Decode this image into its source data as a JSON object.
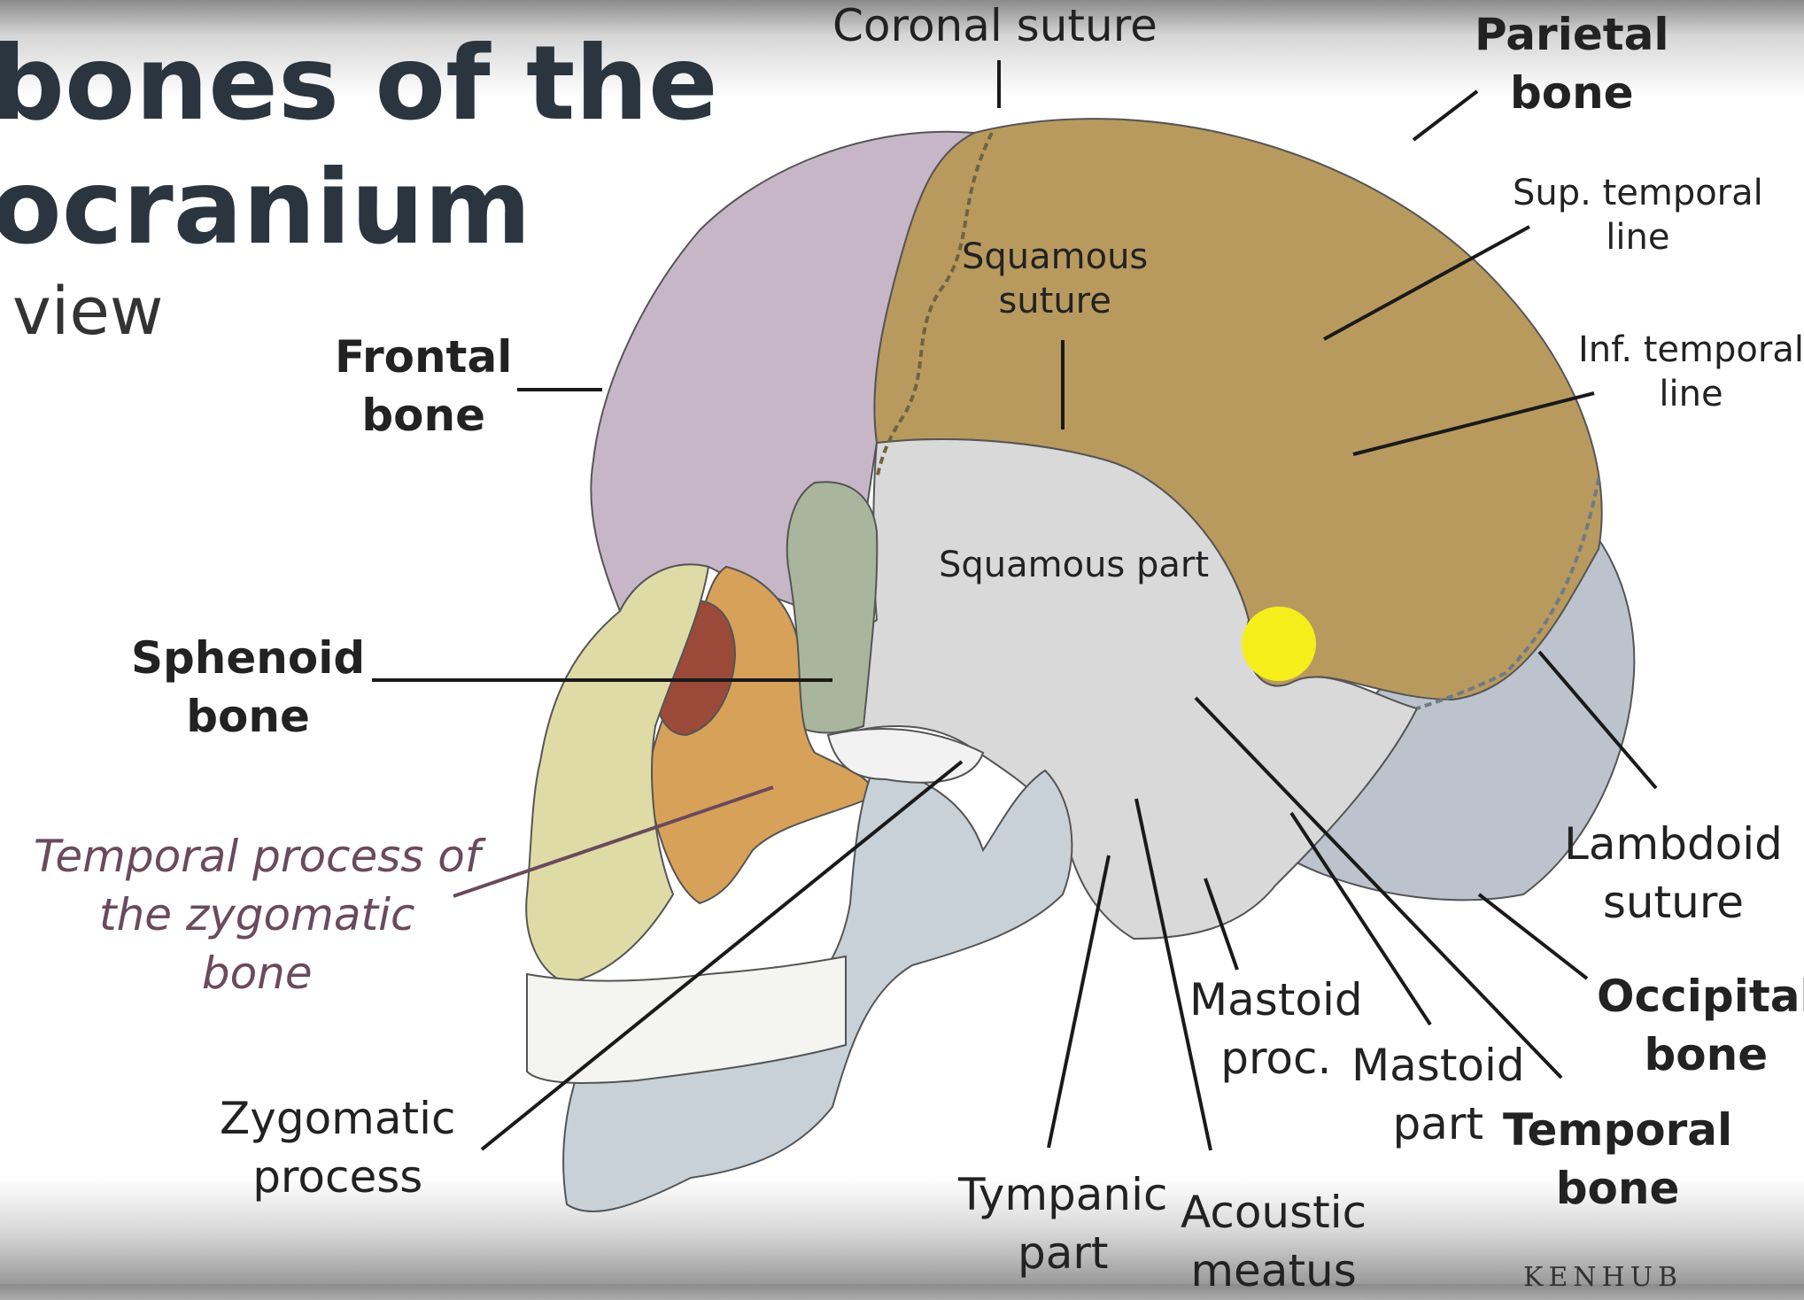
{
  "title_line1": "bones of the",
  "title_line2": "ocranium",
  "subtitle": "view",
  "watermark": "KENHUB",
  "labels": {
    "coronal_suture": "Coronal suture",
    "parietal_bone": "Parietal\nbone",
    "sup_temporal_line": "Sup. temporal\nline",
    "inf_temporal_line": "Inf. temporal\nline",
    "squamous_suture": "Squamous\nsuture",
    "squamous_part": "Squamous part",
    "frontal_bone": "Frontal\nbone",
    "sphenoid_bone": "Sphenoid\nbone",
    "temporal_process": "Temporal process of\nthe zygomatic\nbone",
    "zygomatic_process": "Zygomatic\nprocess",
    "tympanic_part": "Tympanic\npart",
    "acoustic_meatus": "Acoustic\nmeatus",
    "mastoid_proc": "Mastoid\nproc.",
    "mastoid_part": "Mastoid\npart",
    "temporal_bone": "Temporal\nbone",
    "occipital_bone": "Occipital\nbone",
    "lambdoid_suture": "Lambdoid\nsuture"
  },
  "colors": {
    "frontal": "#c7b6c8",
    "parietal": "#b99a5e",
    "temporal": "#d9d9d9",
    "occipital": "#bcc3cc",
    "sphenoid": "#a9b59c",
    "zygomatic": "#d8a159",
    "maxilla": "#dedba7",
    "mandible": "#c8d0d8",
    "highlight": "#f5ee1a"
  }
}
